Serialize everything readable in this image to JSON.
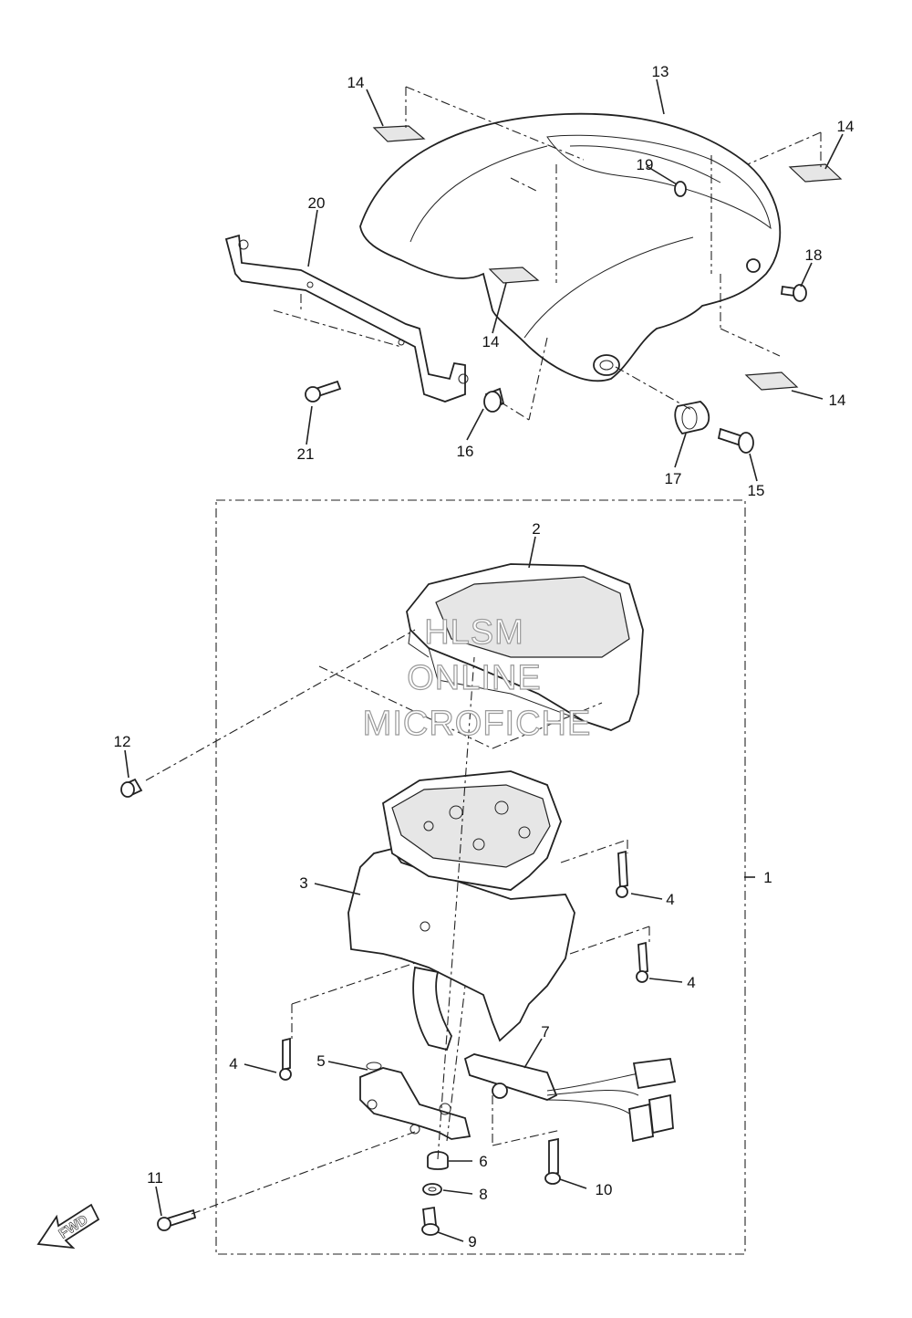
{
  "callouts": [
    "1",
    "2",
    "3",
    "4",
    "5",
    "6",
    "7",
    "8",
    "9",
    "10",
    "11",
    "12",
    "13",
    "14",
    "15",
    "16",
    "17",
    "18",
    "19",
    "20",
    "21"
  ],
  "watermark": {
    "line1": "HLSM",
    "line2": "ONLINE",
    "line3": "MICROFICHE"
  },
  "direction_arrow": "FWD"
}
